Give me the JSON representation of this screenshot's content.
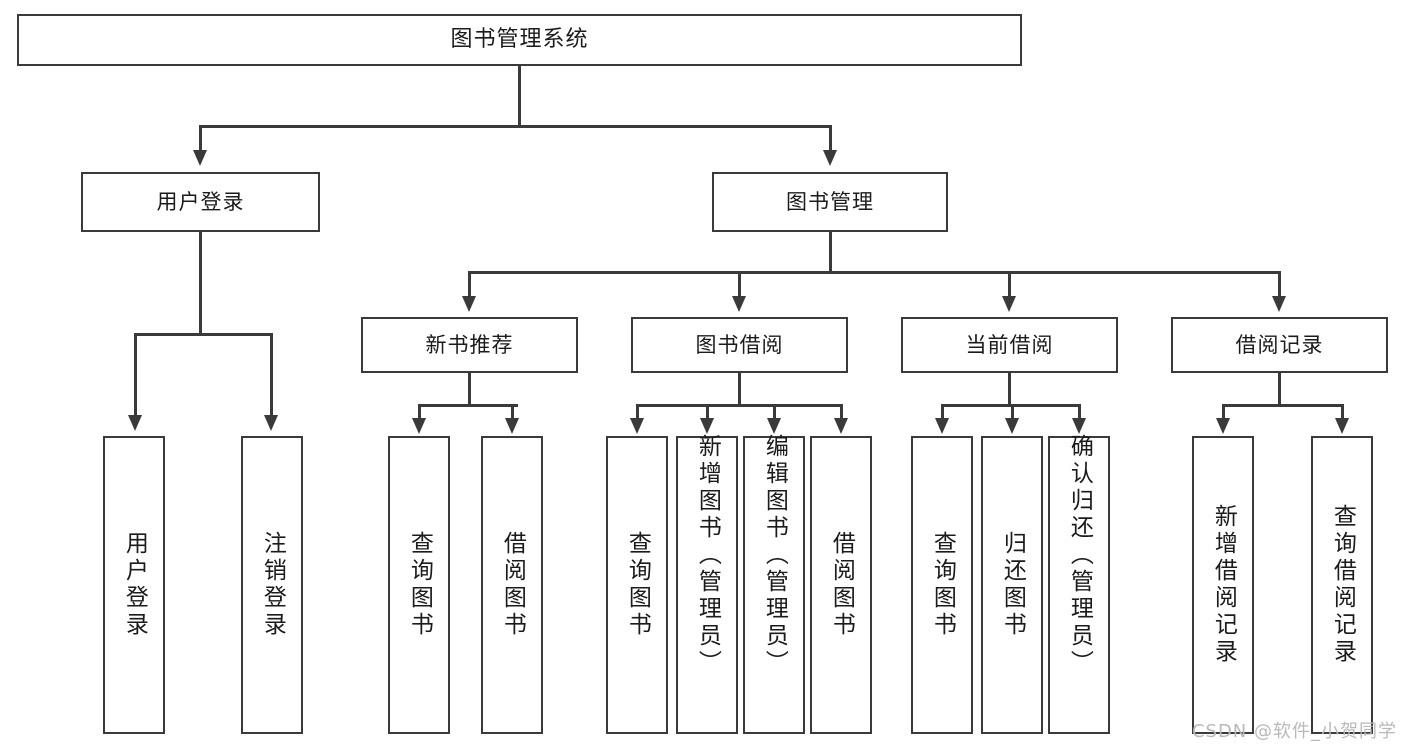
{
  "diagram": {
    "title": "图书管理系统",
    "watermark": "CSDN @软件_小贺同学",
    "type": "tree-hierarchy",
    "levels": 4,
    "colors": {
      "stroke": "#3a3a3a",
      "fill": "#ffffff",
      "text": "#1b1b1b",
      "watermark": "#b9b9b9"
    },
    "root": {
      "label": "图书管理系统"
    },
    "level2": [
      {
        "label": "用户登录"
      },
      {
        "label": "图书管理"
      }
    ],
    "level3": [
      {
        "label": "新书推荐"
      },
      {
        "label": "图书借阅"
      },
      {
        "label": "当前借阅"
      },
      {
        "label": "借阅记录"
      }
    ],
    "leaves": {
      "user_login": [
        {
          "label": "用户登录"
        },
        {
          "label": "注销登录"
        }
      ],
      "new_book_recommend": [
        {
          "label": "查询图书"
        },
        {
          "label": "借阅图书"
        }
      ],
      "book_borrow": [
        {
          "label": "查询图书"
        },
        {
          "label": "新增图书（管理员）"
        },
        {
          "label": "编辑图书（管理员）"
        },
        {
          "label": "借阅图书"
        }
      ],
      "current_borrow": [
        {
          "label": "查询图书"
        },
        {
          "label": "归还图书"
        },
        {
          "label": "确认归还（管理员）"
        }
      ],
      "borrow_record": [
        {
          "label": "新增借阅记录"
        },
        {
          "label": "查询借阅记录"
        }
      ]
    }
  }
}
